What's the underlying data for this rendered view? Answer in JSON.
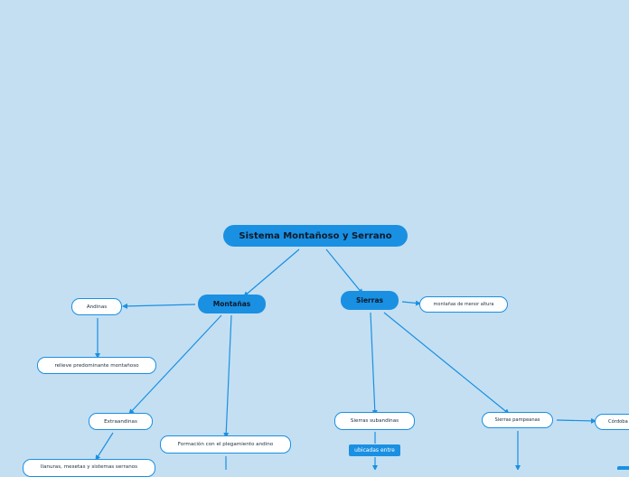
{
  "root": {
    "label": "Sistema Montañoso y Serrano"
  },
  "branches": {
    "montanas": {
      "label": "Montañas"
    },
    "sierras": {
      "label": "Sierras"
    }
  },
  "topics": {
    "andinas": "Andinas",
    "relieve": "relieve predominante montañoso",
    "extraandinas": "Extraandinas",
    "llanuras": "llanuras, mesetas y sistemas serranos",
    "formacion": "Formación con el plegamiento andino",
    "menor_altura": "montañas de menor altura",
    "subandinas": "Sierras subandinas",
    "ubicadas": "ubicadas entre",
    "pampeanas": "Sierras pampeanas",
    "cordoba": "Córdoba"
  },
  "colors": {
    "background": "#c4dff2",
    "node_fill": "#1a90e2",
    "connector": "#1a90e2",
    "topic_fill": "#ffffff"
  }
}
